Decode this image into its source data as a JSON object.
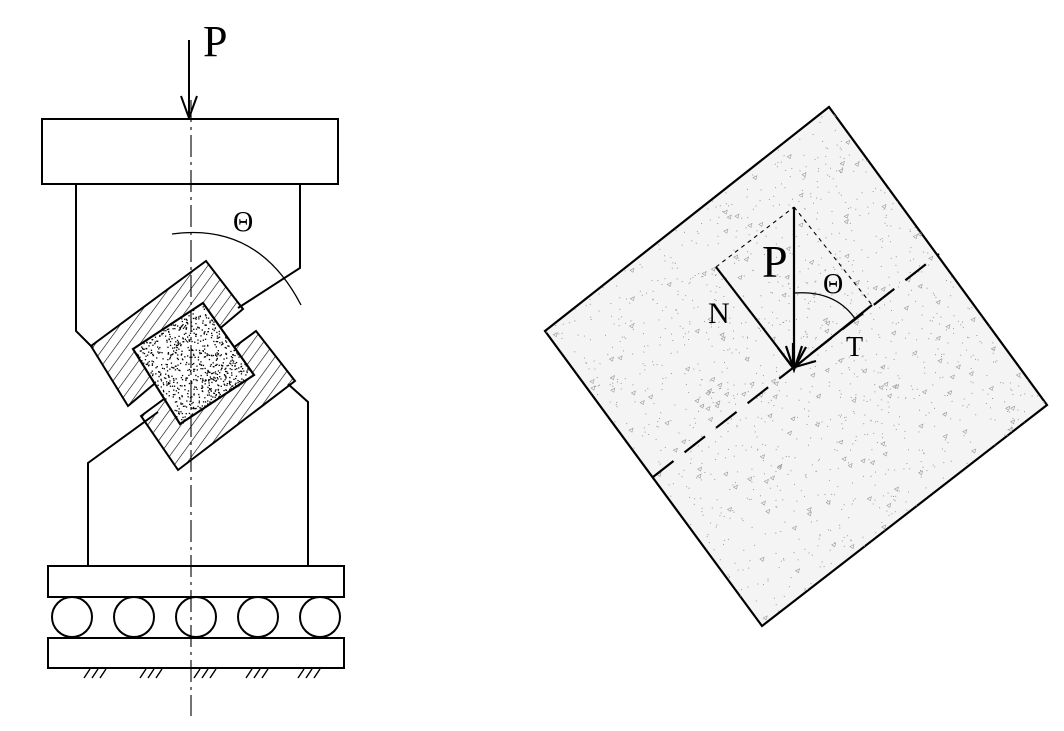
{
  "left_figure": {
    "load_label": "P",
    "angle_label": "Θ"
  },
  "right_figure": {
    "load_label": "P",
    "angle_label": "Θ",
    "normal_label": "N",
    "tangential_label": "T"
  },
  "colors": {
    "stroke": "#000000",
    "background": "#ffffff",
    "sample_fill": "#f2f2f2",
    "speckle": "#9a9a9a"
  }
}
